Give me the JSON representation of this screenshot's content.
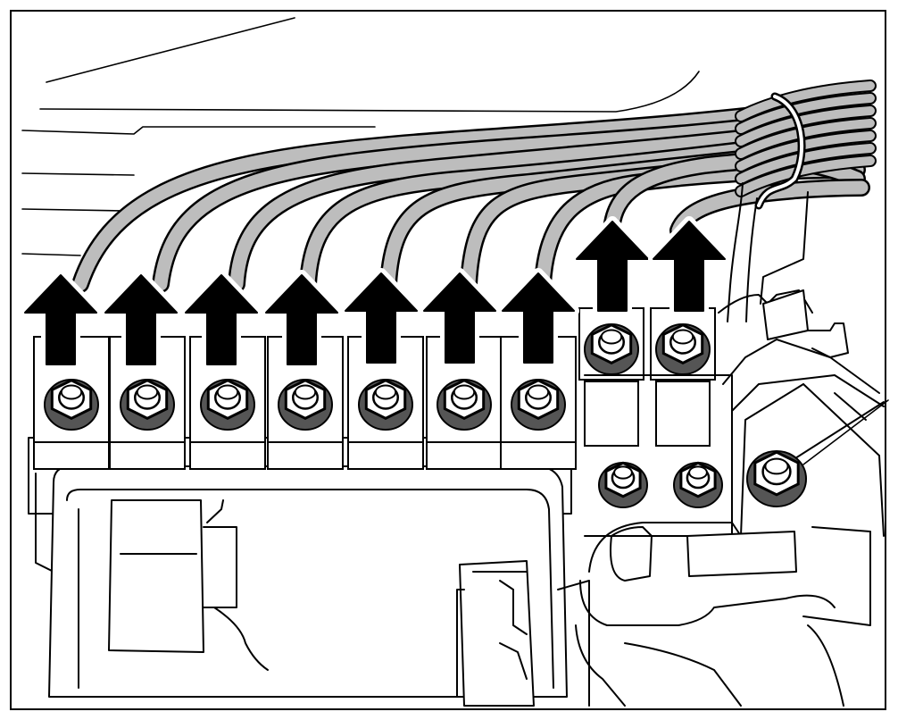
{
  "diagram": {
    "description_visible_text": "",
    "colors": {
      "outline": "#000000",
      "wire_fill": "#bdbdbd",
      "background": "#ffffff",
      "arrow": "#000000"
    },
    "terminals": [
      {
        "id": 1,
        "arrow": "up-arrow-icon",
        "nut": "hex-nut-icon"
      },
      {
        "id": 2,
        "arrow": "up-arrow-icon",
        "nut": "hex-nut-icon"
      },
      {
        "id": 3,
        "arrow": "up-arrow-icon",
        "nut": "hex-nut-icon"
      },
      {
        "id": 4,
        "arrow": "up-arrow-icon",
        "nut": "hex-nut-icon"
      },
      {
        "id": 5,
        "arrow": "up-arrow-icon",
        "nut": "hex-nut-icon"
      },
      {
        "id": 6,
        "arrow": "up-arrow-icon",
        "nut": "hex-nut-icon"
      },
      {
        "id": 7,
        "arrow": "up-arrow-icon",
        "nut": "hex-nut-icon"
      },
      {
        "id": 8,
        "arrow": "up-arrow-icon",
        "nut": "hex-nut-icon"
      },
      {
        "id": 9,
        "arrow": "up-arrow-icon",
        "nut": "hex-nut-icon"
      }
    ],
    "lower_nuts": [
      {
        "id": "a",
        "icon": "hex-nut-icon"
      },
      {
        "id": "b",
        "icon": "hex-nut-icon"
      },
      {
        "id": "c",
        "icon": "hex-nut-icon"
      }
    ]
  }
}
